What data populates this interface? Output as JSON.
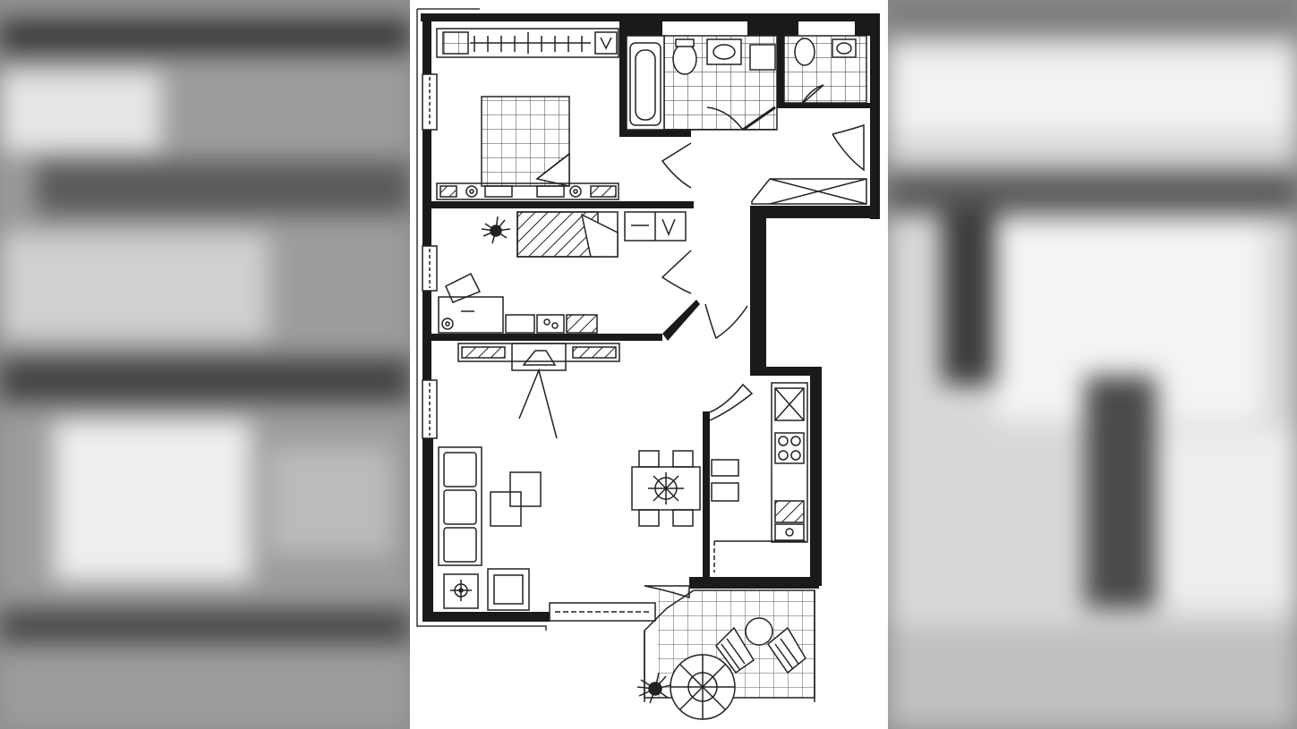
{
  "image": {
    "kind": "architectural floor plan",
    "style": "black line drawing on white, blurred mirror copies at left and right edges"
  },
  "colors": {
    "wall": "#1a1a1a",
    "line": "#222222",
    "paper": "#ffffff",
    "background": "#8d8d8d"
  },
  "rooms": [
    {
      "id": "bedroom",
      "furniture": [
        "double-bed",
        "wardrobe",
        "nightstands"
      ]
    },
    {
      "id": "bathroom",
      "furniture": [
        "bathtub",
        "toilet",
        "sink"
      ]
    },
    {
      "id": "wc",
      "furniture": [
        "toilet",
        "sink"
      ]
    },
    {
      "id": "hallway",
      "furniture": [
        "coat-rack"
      ]
    },
    {
      "id": "study",
      "furniture": [
        "single-bed",
        "desk",
        "chair",
        "plant",
        "shelves"
      ]
    },
    {
      "id": "living-room",
      "furniture": [
        "sofa",
        "coffee-tables",
        "armchair",
        "tv",
        "sideboard",
        "floor-lamp"
      ]
    },
    {
      "id": "dining-area",
      "furniture": [
        "table",
        "chairs"
      ]
    },
    {
      "id": "kitchen",
      "furniture": [
        "sink",
        "stove",
        "counter"
      ]
    },
    {
      "id": "balcony",
      "furniture": [
        "round-table",
        "deck-chairs",
        "parasol",
        "plant"
      ]
    }
  ]
}
